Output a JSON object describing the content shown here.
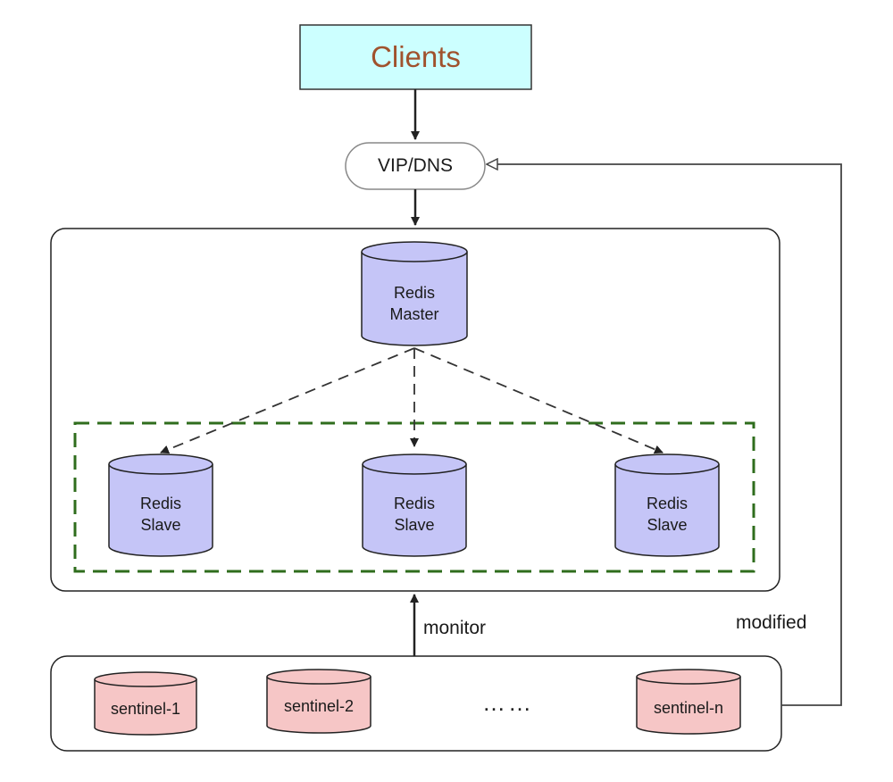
{
  "clients": {
    "label": "Clients"
  },
  "vip": {
    "label": "VIP/DNS"
  },
  "master": {
    "line1": "Redis",
    "line2": "Master"
  },
  "slaves": [
    {
      "line1": "Redis",
      "line2": "Slave"
    },
    {
      "line1": "Redis",
      "line2": "Slave"
    },
    {
      "line1": "Redis",
      "line2": "Slave"
    }
  ],
  "edges": {
    "monitor_label": "monitor",
    "modified_label": "modified"
  },
  "sentinels": [
    {
      "label": "sentinel-1"
    },
    {
      "label": "sentinel-2"
    },
    {
      "label": "sentinel-n"
    }
  ],
  "ellipsis": "……",
  "colors": {
    "clients_fill": "#ccffff",
    "clients_text": "#a0522d",
    "db_fill": "#c5c5f7",
    "sentinel_fill": "#f6c6c6",
    "slave_group_border": "#2f6d1d",
    "line": "#333333"
  }
}
